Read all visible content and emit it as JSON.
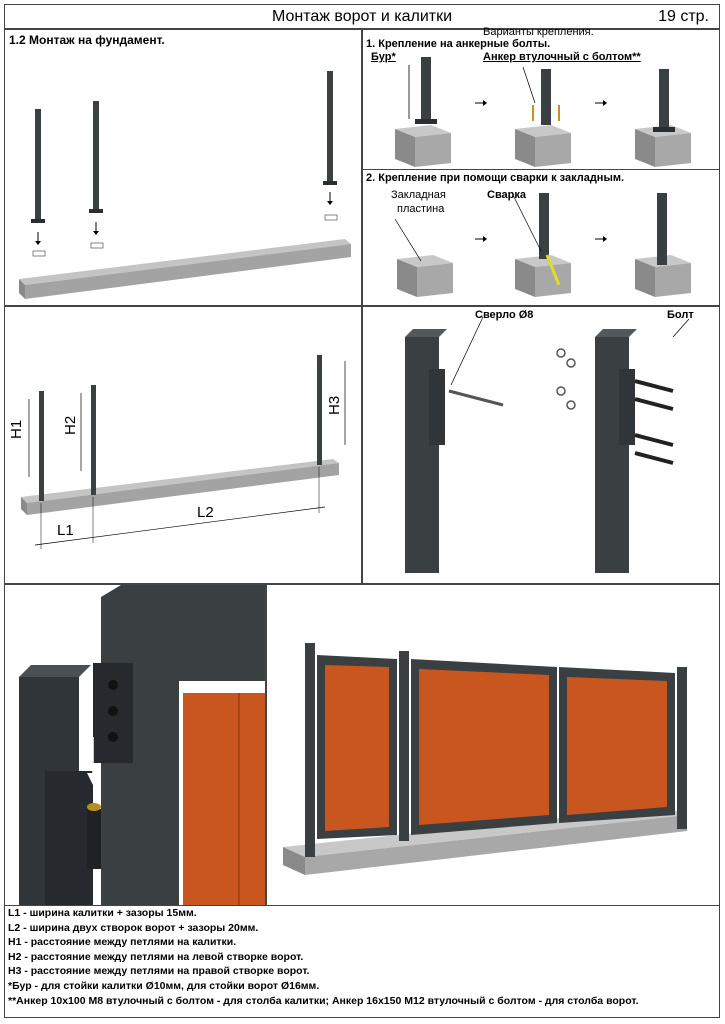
{
  "header": {
    "title": "Монтаж ворот и калитки",
    "page": "19 стр."
  },
  "section": {
    "title": "1.2 Монтаж на фундамент."
  },
  "variants": {
    "title": "Варианты крепления.",
    "anchor": {
      "title": "1. Крепление на анкерные болты.",
      "drill_label": "Бур*",
      "anchor_label": "Анкер втулочный с болтом**"
    },
    "weld": {
      "title": "2. Крепление при помощи сварки к закладным.",
      "plate_label_1": "Закладная",
      "plate_label_2": "пластина",
      "weld_label": "Сварка"
    }
  },
  "dimensions": {
    "h1": "H1",
    "h2": "H2",
    "h3": "H3",
    "l1": "L1",
    "l2": "L2"
  },
  "hinge": {
    "drill_label": "Сверло Ø8",
    "bolt_label": "Болт"
  },
  "colors": {
    "frame": "#3a3f42",
    "panel": "#c8561e",
    "concrete": "#9a9a9a"
  },
  "legend": [
    "L1 - ширина калитки + зазоры 15мм.",
    "L2 - ширина двух створок ворот + зазоры 20мм.",
    "H1 - расстояние между петлями на калитки.",
    "H2 - расстояние между петлями на левой створке ворот.",
    "H3 - расстояние между петлями на правой створке ворот.",
    "*Бур - для стойки калитки Ø10мм, для стойки ворот Ø16мм.",
    "**Анкер 10x100 M8 втулочный с болтом - для столба калитки; Анкер 16x150 M12 втулочный с болтом - для столба ворот."
  ]
}
